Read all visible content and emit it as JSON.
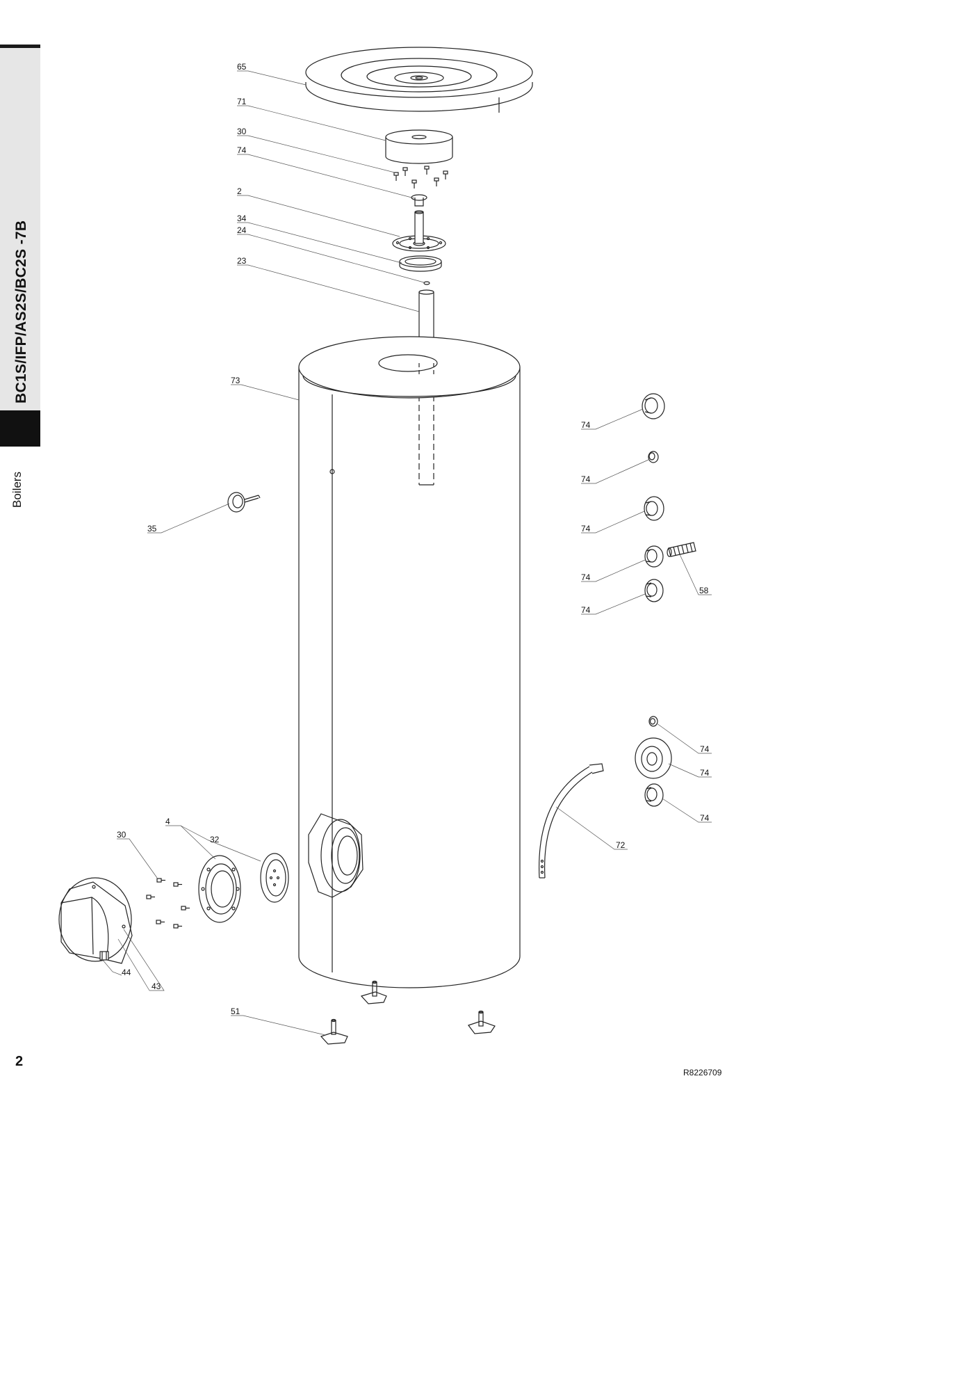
{
  "sidebar": {
    "model_title": "BC1S/IFP/AS2S/BC2S -7B",
    "section": "Boilers"
  },
  "page": {
    "number": "2",
    "reference": "R8226709"
  },
  "labels": {
    "l65": "65",
    "l71": "71",
    "l30a": "30",
    "l74a": "74",
    "l2": "2",
    "l34": "34",
    "l24": "24",
    "l23": "23",
    "l73": "73",
    "l35": "35",
    "l74b": "74",
    "l74c": "74",
    "l74d": "74",
    "l74e": "74",
    "l74f": "74",
    "l58": "58",
    "l74g": "74",
    "l74h": "74",
    "l74i": "74",
    "l72": "72",
    "l4": "4",
    "l32": "32",
    "l30b": "30",
    "l44": "44",
    "l43": "43",
    "l51": "51"
  }
}
